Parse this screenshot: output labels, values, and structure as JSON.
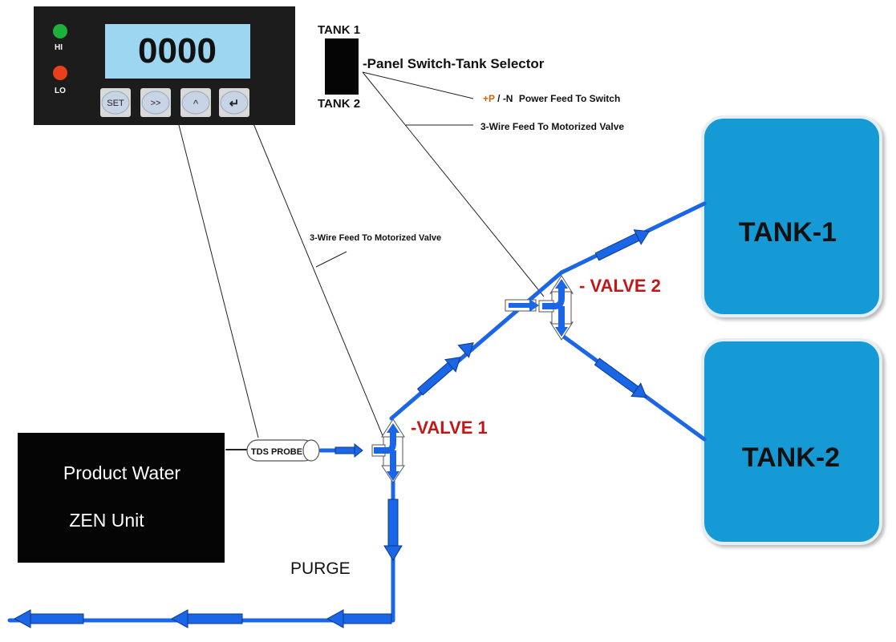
{
  "controller": {
    "display_value": "0000",
    "hi_label": "HI",
    "lo_label": "LO",
    "buttons": [
      "SET",
      ">>",
      "^",
      "↵"
    ],
    "hi_led_color": "#1db13c",
    "lo_led_color": "#e8401c"
  },
  "selector": {
    "top_label": "TANK 1",
    "bottom_label": "TANK 2",
    "title": "-Panel Switch-Tank Selector",
    "power_plus": "+P",
    "power_sep": " / ",
    "power_minus": "-N",
    "power_text": "Power Feed To Switch",
    "feed_label": "3-Wire Feed To Motorized Valve"
  },
  "valves": {
    "valve1_label": "-VALVE 1",
    "valve2_label": "- VALVE 2",
    "valve1_feed_label": "3-Wire Feed To Motorized Valve"
  },
  "probe_label": "TDS PROBE",
  "source": {
    "line1": "Product Water",
    "line2": "ZEN Unit"
  },
  "tanks": [
    {
      "label": "TANK-1"
    },
    {
      "label": "TANK-2"
    }
  ],
  "purge_label": "PURGE",
  "colors": {
    "pipe": "#1a66e6",
    "tank": "#159ad6",
    "valve_label": "#c01818",
    "power_accent": "#d4620f",
    "display_bg": "#9cd6f0"
  }
}
